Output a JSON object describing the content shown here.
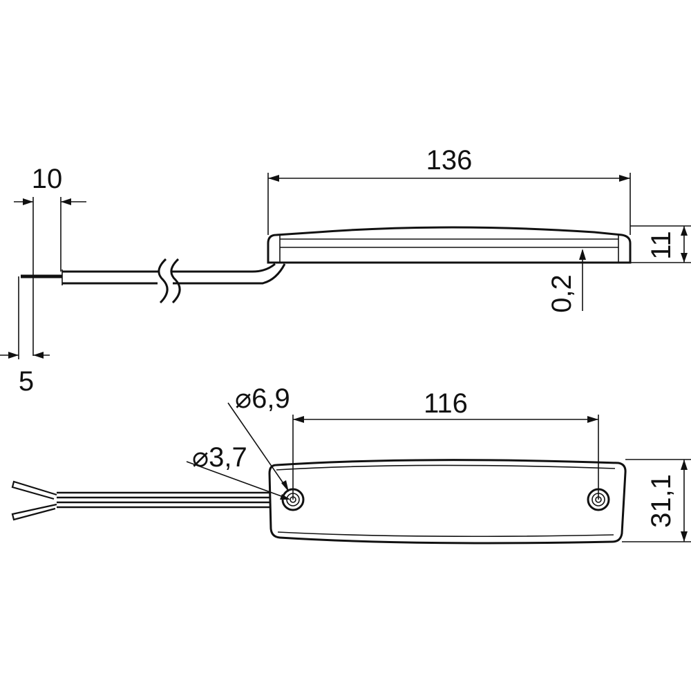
{
  "dimensions": {
    "length_side": "136",
    "height_side": "11",
    "gap_side": "0,2",
    "strip_10": "10",
    "strip_5": "5",
    "hole_outer": "⌀6,9",
    "hole_inner": "⌀3,7",
    "hole_spacing": "116",
    "width_top": "31,1"
  },
  "colors": {
    "line": "#111111",
    "background": "#ffffff"
  }
}
